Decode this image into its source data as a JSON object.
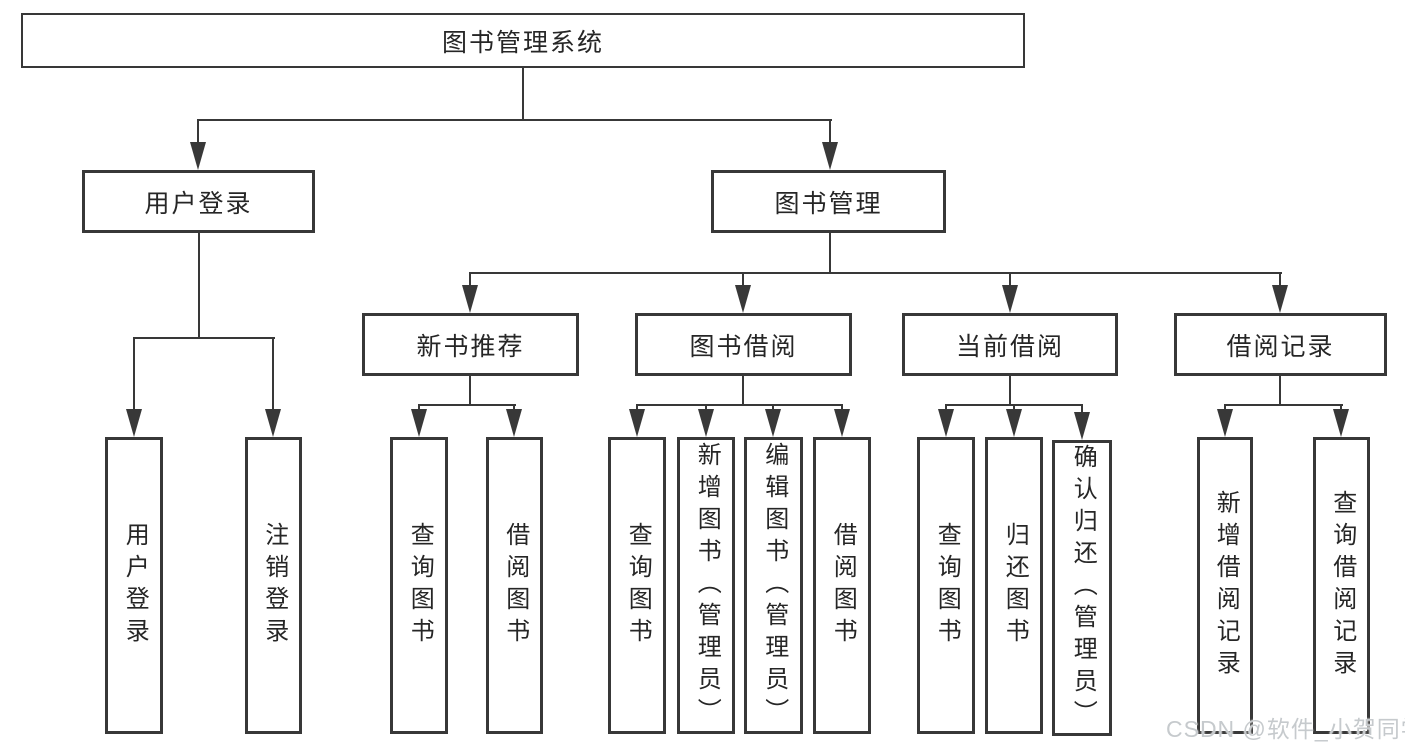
{
  "nodes": {
    "root": "图书管理系统",
    "level2": {
      "user_login": "用户登录",
      "book_mgmt": "图书管理"
    },
    "level3": {
      "new_books": "新书推荐",
      "book_borrow": "图书借阅",
      "current_borrow": "当前借阅",
      "borrow_records": "借阅记录"
    },
    "leaves": {
      "user_login": [
        "用户登录",
        "注销登录"
      ],
      "new_books": [
        "查询图书",
        "借阅图书"
      ],
      "book_borrow": [
        "查询图书",
        "新增图书（管理员）",
        "编辑图书（管理员）",
        "借阅图书"
      ],
      "current_borrow": [
        "查询图书",
        "归还图书",
        "确认归还（管理员）"
      ],
      "borrow_records": [
        "新增借阅记录",
        "查询借阅记录"
      ]
    }
  },
  "watermark": "CSDN @软件_小贺同学",
  "colors": {
    "line": "#383838",
    "box_border": "#383838",
    "text": "#262626",
    "watermark": "#c6cacd",
    "background": "#ffffff"
  }
}
